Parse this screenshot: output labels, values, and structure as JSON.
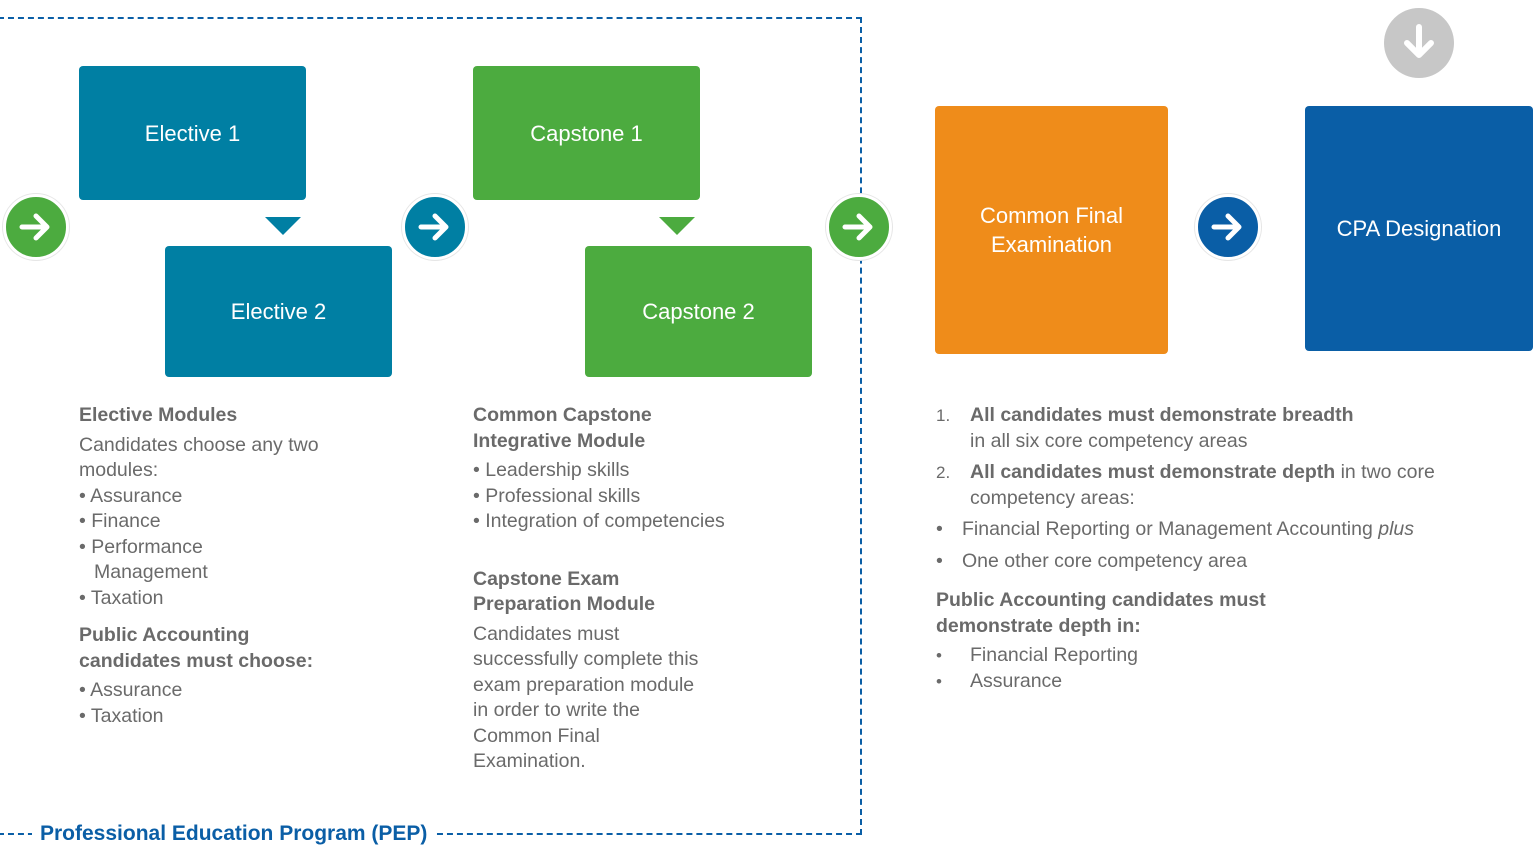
{
  "boxes": {
    "elective1": "Elective 1",
    "elective2": "Elective 2",
    "capstone1": "Capstone 1",
    "capstone2": "Capstone 2",
    "cfe": "Common Final Examination",
    "cpa": "CPA Designation"
  },
  "colors": {
    "teal": "#007fa3",
    "green": "#4cab3f",
    "orange": "#ef8c1a",
    "navy": "#0a5ea6",
    "grey": "#c7c7c7"
  },
  "icons": [
    "arrow-right-icon",
    "arrow-down-icon",
    "triangle-down-icon"
  ],
  "elective_col": {
    "heading": "Elective Modules",
    "intro": "Candidates choose any two modules:",
    "items": [
      "• Assurance",
      "• Finance",
      "• Performance",
      "Management",
      "• Taxation"
    ],
    "pa_heading": "Public Accounting candidates must choose:",
    "pa_items": [
      "• Assurance",
      "• Taxation"
    ]
  },
  "capstone_col": {
    "heading": "Common Capstone Integrative Module",
    "items": [
      "• Leadership skills",
      "• Professional skills",
      "• Integration of competencies"
    ],
    "prep_heading": "Capstone Exam Preparation Module",
    "prep_text": "Candidates must successfully complete this exam preparation module in order to write the Common Final Examination."
  },
  "cfe_col": {
    "item1_num": "1.",
    "item1_bold": "All candidates must demonstrate breadth",
    "item1_rest": "in all six core competency areas",
    "item2_num": "2.",
    "item2_bold": "All candidates must demonstrate depth",
    "item2_rest": " in two core competency areas:",
    "bullet_mark": "•",
    "sub1_text": "Financial Reporting or Management Accounting ",
    "sub1_italic": "plus",
    "sub2_text": "One other core competency area",
    "pa_heading": "Public Accounting candidates must demonstrate depth in:",
    "pa_items": [
      "Financial Reporting",
      "Assurance"
    ]
  },
  "pep_label": "Professional Education Program (PEP)"
}
